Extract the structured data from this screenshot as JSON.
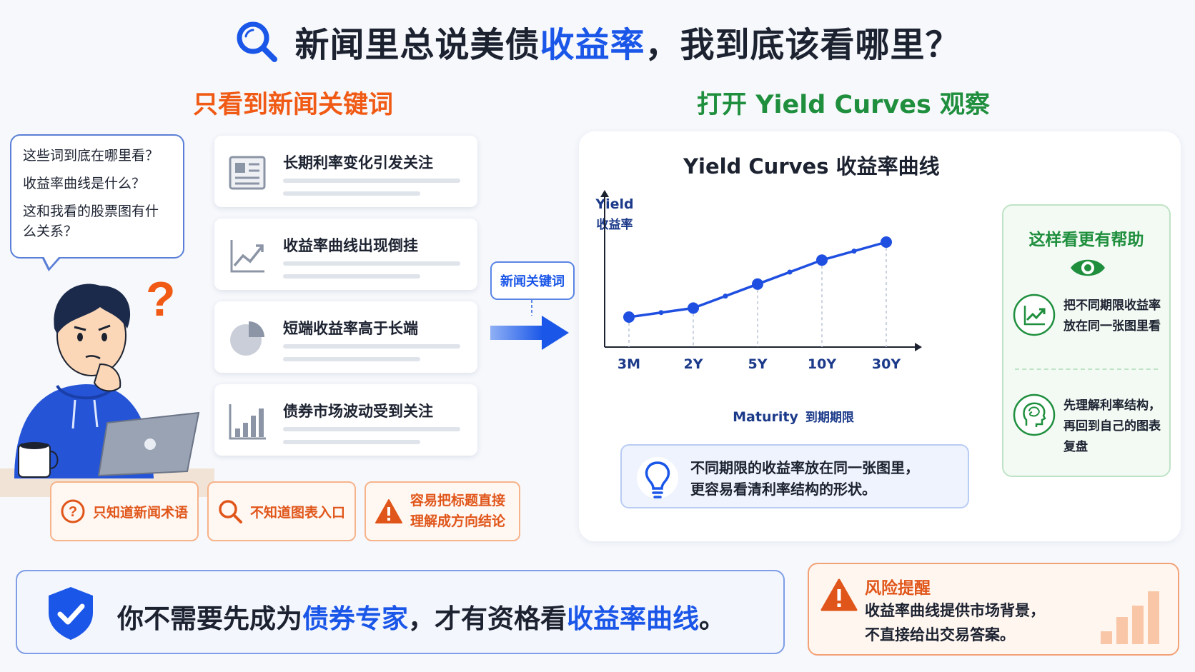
{
  "title": {
    "prefix": "新闻里总说美债",
    "highlight": "收益率",
    "suffix": "，我到底该看哪里？"
  },
  "left_heading": "只看到新闻关键词",
  "right_heading": "打开 Yield Curves 观察",
  "bubble": {
    "line1": "这些词到底在哪里看？",
    "line2": "收益率曲线是什么？",
    "line3": "这和我看的股票图有什么关系？"
  },
  "news_cards": [
    {
      "label": "长期利率变化引发关注",
      "icon": "newspaper-icon"
    },
    {
      "label": "收益率曲线出现倒挂",
      "icon": "line-chart-icon"
    },
    {
      "label": "短端收益率高于长端",
      "icon": "pie-chart-icon"
    },
    {
      "label": "债券市场波动受到关注",
      "icon": "bar-chart-icon"
    }
  ],
  "keyword_label": "新闻关键词",
  "chart_data": {
    "type": "line",
    "title": "Yield Curves 收益率曲线",
    "ylabel_en": "Yield",
    "ylabel_zh": "收益率",
    "xlabel_en": "Maturity",
    "xlabel_zh": "到期期限",
    "categories": [
      "3M",
      "2Y",
      "5Y",
      "10Y",
      "30Y"
    ],
    "x": [
      0,
      1,
      2,
      3,
      4
    ],
    "values": [
      1.0,
      1.3,
      2.1,
      2.9,
      3.5
    ],
    "ylim": [
      0,
      5
    ],
    "grid": false,
    "color": "#1f4fe0"
  },
  "tip": {
    "line1": "不同期限的收益率放在同一张图里，",
    "line2": "更容易看清利率结构的形状。",
    "icon": "lightbulb-icon"
  },
  "help": {
    "title": "这样看更有帮助",
    "icon": "eye-icon",
    "item1_line1": "把不同期限收益率",
    "item1_line2": "放在同一张图里看",
    "item2_line1": "先理解利率结构，",
    "item2_line2": "再回到自己的图表",
    "item2_line3": "复盘"
  },
  "tags": [
    {
      "label": "只知道新闻术语",
      "icon": "question-circle-icon"
    },
    {
      "label": "不知道图表入口",
      "icon": "search-icon"
    },
    {
      "line1": "容易把标题直接",
      "line2": "理解成方向结论",
      "icon": "warning-icon"
    }
  ],
  "banner": {
    "part1": "你不需要先成为",
    "hl1": "债券专家",
    "part2": "，才有资格看",
    "hl2": "收益率曲线",
    "part3": "。"
  },
  "risk": {
    "title": "风险提醒",
    "line1": "收益率曲线提供市场背景，",
    "line2": "不直接给出交易答案。"
  },
  "colors": {
    "accent_blue": "#1a56e8",
    "orange": "#f05a14",
    "green": "#1f8f3e"
  }
}
